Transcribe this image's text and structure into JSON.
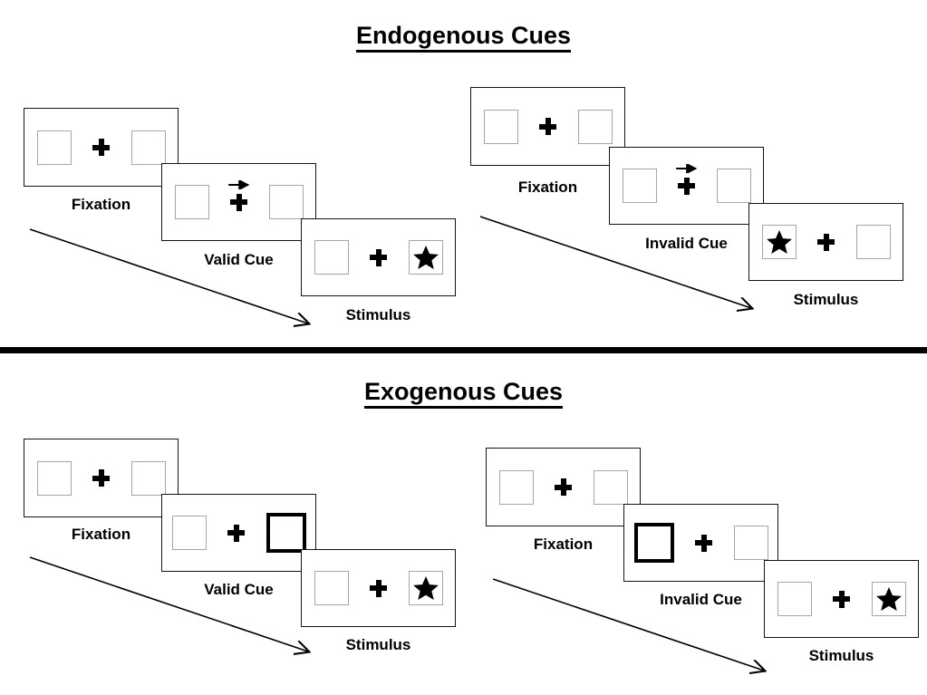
{
  "figure": {
    "title_top": "Endogenous Cues",
    "title_bottom": "Exogenous Cues"
  },
  "sections": [
    {
      "id": "endogenous",
      "title": "Endogenous Cues",
      "cue_type": "arrow",
      "columns": [
        {
          "id": "endogenous-valid",
          "frames": [
            {
              "id": "fixation",
              "label": "Fixation",
              "cue": "none",
              "arrow": false,
              "star": "none"
            },
            {
              "id": "valid-cue",
              "label": "Valid Cue",
              "cue": "none",
              "arrow": true,
              "arrow_direction": "right",
              "star": "none"
            },
            {
              "id": "stimulus",
              "label": "Stimulus",
              "cue": "none",
              "arrow": false,
              "star": "right"
            }
          ]
        },
        {
          "id": "endogenous-invalid",
          "frames": [
            {
              "id": "fixation",
              "label": "Fixation",
              "cue": "none",
              "arrow": false,
              "star": "none"
            },
            {
              "id": "invalid-cue",
              "label": "Invalid Cue",
              "cue": "none",
              "arrow": true,
              "arrow_direction": "right",
              "star": "none"
            },
            {
              "id": "stimulus",
              "label": "Stimulus",
              "cue": "none",
              "arrow": false,
              "star": "left"
            }
          ]
        }
      ]
    },
    {
      "id": "exogenous",
      "title": "Exogenous Cues",
      "cue_type": "box-flash",
      "columns": [
        {
          "id": "exogenous-valid",
          "frames": [
            {
              "id": "fixation",
              "label": "Fixation",
              "cue": "none",
              "arrow": false,
              "star": "none"
            },
            {
              "id": "valid-cue",
              "label": "Valid Cue",
              "cue": "right",
              "arrow": false,
              "star": "none"
            },
            {
              "id": "stimulus",
              "label": "Stimulus",
              "cue": "none",
              "arrow": false,
              "star": "right"
            }
          ]
        },
        {
          "id": "exogenous-invalid",
          "frames": [
            {
              "id": "fixation",
              "label": "Fixation",
              "cue": "none",
              "arrow": false,
              "star": "none"
            },
            {
              "id": "invalid-cue",
              "label": "Invalid Cue",
              "cue": "left",
              "arrow": false,
              "star": "none"
            },
            {
              "id": "stimulus",
              "label": "Stimulus",
              "cue": "none",
              "arrow": false,
              "star": "right"
            }
          ]
        }
      ]
    }
  ],
  "labels": {
    "fixation": "Fixation",
    "valid_cue": "Valid Cue",
    "invalid_cue": "Invalid Cue",
    "stimulus": "Stimulus"
  },
  "colors": {
    "frame_border": "#141414",
    "box_border": "#a6a6a6",
    "cued_box_border": "#000000",
    "ink": "#000000",
    "background": "#ffffff"
  }
}
